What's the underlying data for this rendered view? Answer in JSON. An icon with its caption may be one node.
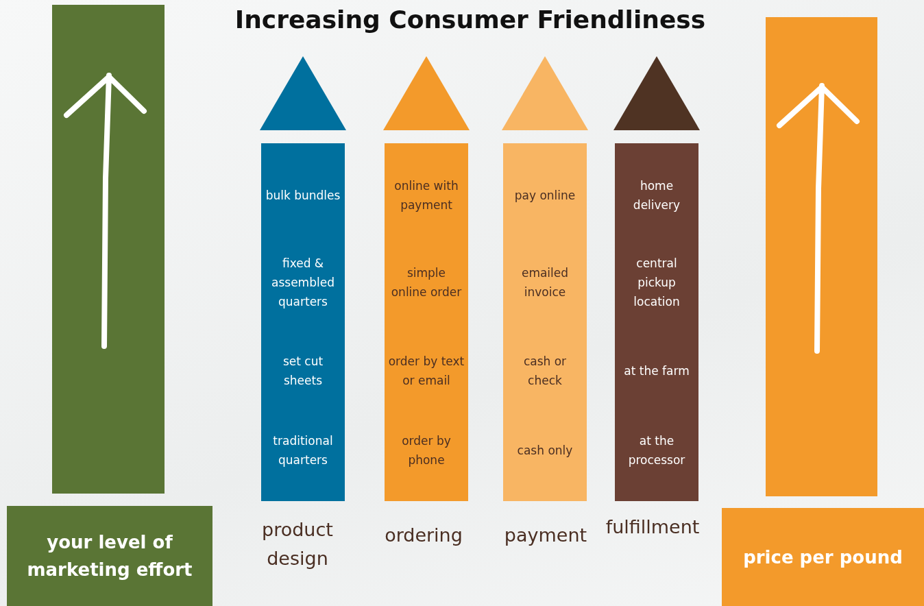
{
  "diagram": {
    "title": "Increasing Consumer Friendliness",
    "nodes": [
      {
        "text": [
          "your level of marketing effort"
        ]
      },
      {
        "text": [
          "bulk bundles",
          "fixed & assembled quarters",
          "set cut sheets",
          "traditional quarters"
        ],
        "beside": [
          "product design"
        ]
      },
      {
        "text": [
          "online with payment",
          "simple online order",
          "order by text or email",
          "order by phone"
        ],
        "beside": [
          "ordering"
        ]
      },
      {
        "text": [
          "pay online",
          "emailed invoice",
          "cash or check",
          "cash only"
        ],
        "beside": [
          "payment"
        ]
      },
      {
        "text": [
          "home delivery",
          "central pickup location",
          "at the farm",
          "at the processor"
        ],
        "beside": [
          "fulfillment"
        ]
      },
      {
        "text": [
          "price per pound"
        ]
      }
    ],
    "edges": []
  }
}
